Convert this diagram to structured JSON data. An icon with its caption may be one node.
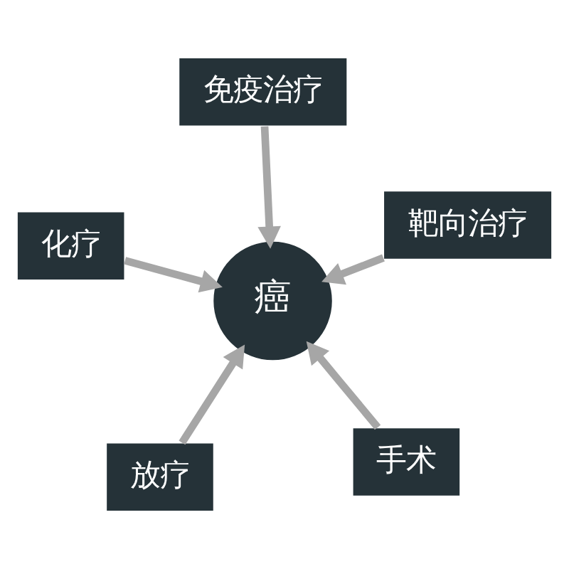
{
  "diagram": {
    "nodes": [
      {
        "text": [
          "癌"
        ]
      },
      {
        "text": [
          "手术"
        ]
      },
      {
        "text": [
          "放疗"
        ]
      },
      {
        "text": [
          "化疗"
        ]
      },
      {
        "text": [
          "靶向治疗"
        ]
      },
      {
        "text": [
          "免疫治疗"
        ]
      }
    ],
    "edges": [
      {
        "from": 1,
        "to": 0,
        "arrow": "to"
      },
      {
        "from": 2,
        "to": 0,
        "arrow": "to"
      },
      {
        "from": 3,
        "to": 0,
        "arrow": "to"
      },
      {
        "from": 4,
        "to": 0,
        "arrow": "to"
      },
      {
        "from": 5,
        "to": 0,
        "arrow": "to"
      }
    ]
  }
}
